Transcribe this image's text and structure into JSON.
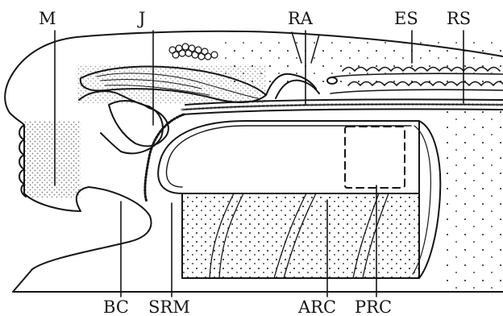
{
  "figure": {
    "labels": {
      "m": "M",
      "j": "J",
      "ra": "RA",
      "es": "ES",
      "rs": "RS",
      "bc": "BC",
      "srm": "SRM",
      "arc": "ARC",
      "prc": "PRC"
    },
    "colors": {
      "ink": "#151515",
      "paper": "#ffffff"
    }
  }
}
